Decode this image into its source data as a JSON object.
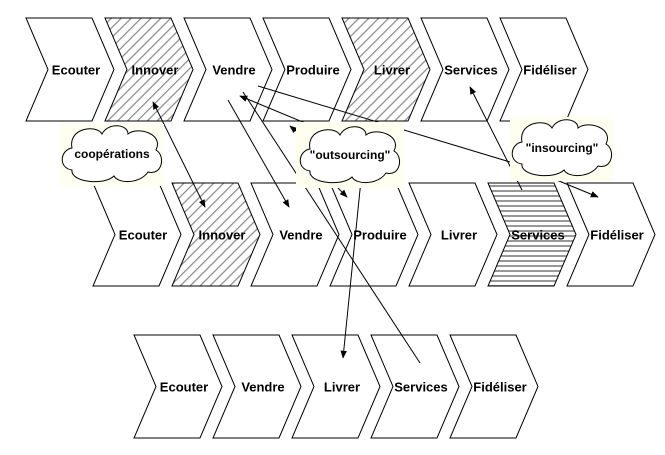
{
  "rows": [
    {
      "name": "chain-top",
      "items": [
        {
          "label": "Ecouter",
          "fill": "plain"
        },
        {
          "label": "Innover",
          "fill": "diagonal"
        },
        {
          "label": "Vendre",
          "fill": "plain"
        },
        {
          "label": "Produire",
          "fill": "plain"
        },
        {
          "label": "Livrer",
          "fill": "diagonal"
        },
        {
          "label": "Services",
          "fill": "plain"
        },
        {
          "label": "Fidéliser",
          "fill": "plain"
        }
      ]
    },
    {
      "name": "chain-middle",
      "items": [
        {
          "label": "Ecouter",
          "fill": "plain"
        },
        {
          "label": "Innover",
          "fill": "diagonal"
        },
        {
          "label": "Vendre",
          "fill": "plain"
        },
        {
          "label": "Produire",
          "fill": "plain"
        },
        {
          "label": "Livrer",
          "fill": "plain"
        },
        {
          "label": "Services",
          "fill": "horizontal"
        },
        {
          "label": "Fidéliser",
          "fill": "plain"
        }
      ]
    },
    {
      "name": "chain-bottom",
      "items": [
        {
          "label": "Ecouter",
          "fill": "plain"
        },
        {
          "label": "Vendre",
          "fill": "plain"
        },
        {
          "label": "Livrer",
          "fill": "plain"
        },
        {
          "label": "Services",
          "fill": "plain"
        },
        {
          "label": "Fidéliser",
          "fill": "plain"
        }
      ]
    }
  ],
  "clouds": [
    {
      "name": "cooperations",
      "label": "coopérations"
    },
    {
      "name": "outsourcing",
      "label": "\"outsourcing\""
    },
    {
      "name": "insourcing",
      "label": "\"insourcing\""
    }
  ],
  "colors": {
    "stroke": "#000000",
    "hatch": "#8c8c8c",
    "cloud_glow": "#fffff0"
  }
}
